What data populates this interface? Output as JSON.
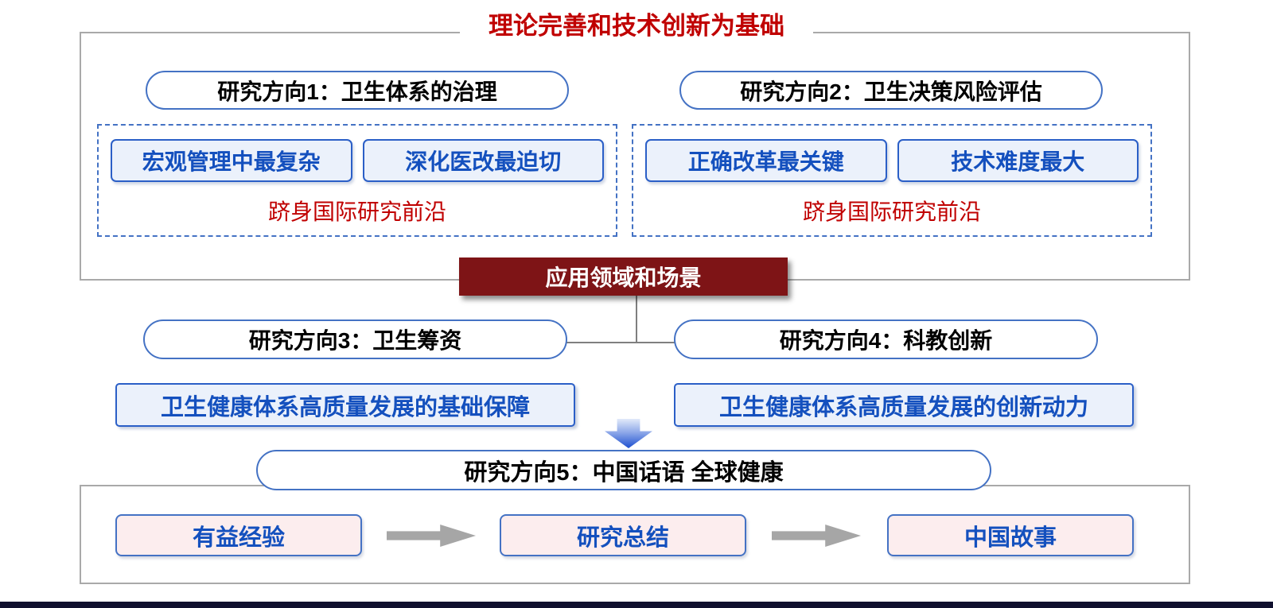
{
  "title": "理论完善和技术创新为基础",
  "top_section": {
    "direction1": {
      "label": "研究方向1：卫生体系的治理",
      "items": [
        "宏观管理中最复杂",
        "深化医改最迫切"
      ],
      "note": "跻身国际研究前沿"
    },
    "direction2": {
      "label": "研究方向2：卫生决策风险评估",
      "items": [
        "正确改革最关键",
        "技术难度最大"
      ],
      "note": "跻身国际研究前沿"
    }
  },
  "middle": {
    "application_label": "应用领域和场景"
  },
  "mid_section": {
    "direction3": {
      "label": "研究方向3：卫生筹资",
      "desc": "卫生健康体系高质量发展的基础保障"
    },
    "direction4": {
      "label": "研究方向4：科教创新",
      "desc": "卫生健康体系高质量发展的创新动力"
    }
  },
  "bottom_section": {
    "direction5_label": "研究方向5：中国话语 全球健康",
    "flow": [
      "有益经验",
      "研究总结",
      "中国故事"
    ]
  },
  "colors": {
    "title_red": "#c00000",
    "note_red": "#c00000",
    "maroon_box": "#7e1416",
    "pill_border_blue": "#4472c4",
    "chip_fill": "#ebf1fb",
    "chip_text_blue": "#1450be",
    "flow_fill_pink": "#fcedee",
    "frame_gray": "#a9a9a9",
    "connector_gray": "#7f7f7f",
    "arrow_gray": "#a6a6a6"
  }
}
